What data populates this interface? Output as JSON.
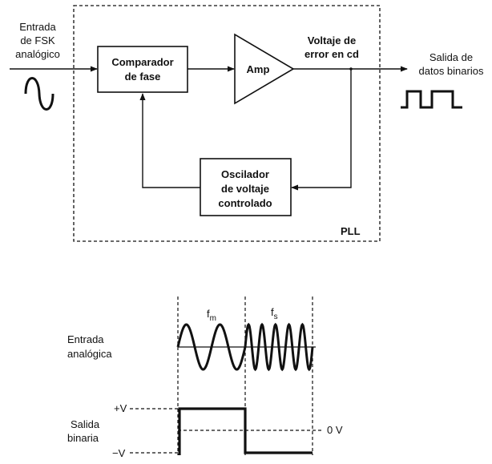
{
  "pll": {
    "input_label": [
      "Entrada",
      "de FSK",
      "analógico"
    ],
    "phase_comparator": [
      "Comparador",
      "de fase"
    ],
    "amp": "Amp",
    "error_voltage": [
      "Voltaje de",
      "error en cd"
    ],
    "output_label": [
      "Salida de",
      "datos binarios"
    ],
    "vco": [
      "Oscilador",
      "de voltaje",
      "controlado"
    ],
    "boundary_label": "PLL"
  },
  "waveform": {
    "fm_label": "f",
    "fm_sub": "m",
    "fs_label": "f",
    "fs_sub": "s",
    "analog_label": [
      "Entrada",
      "analógica"
    ],
    "binary_label": [
      "Salida",
      "binaria"
    ],
    "plus_v": "+V",
    "zero_v": "0 V",
    "minus_v": "−V"
  }
}
